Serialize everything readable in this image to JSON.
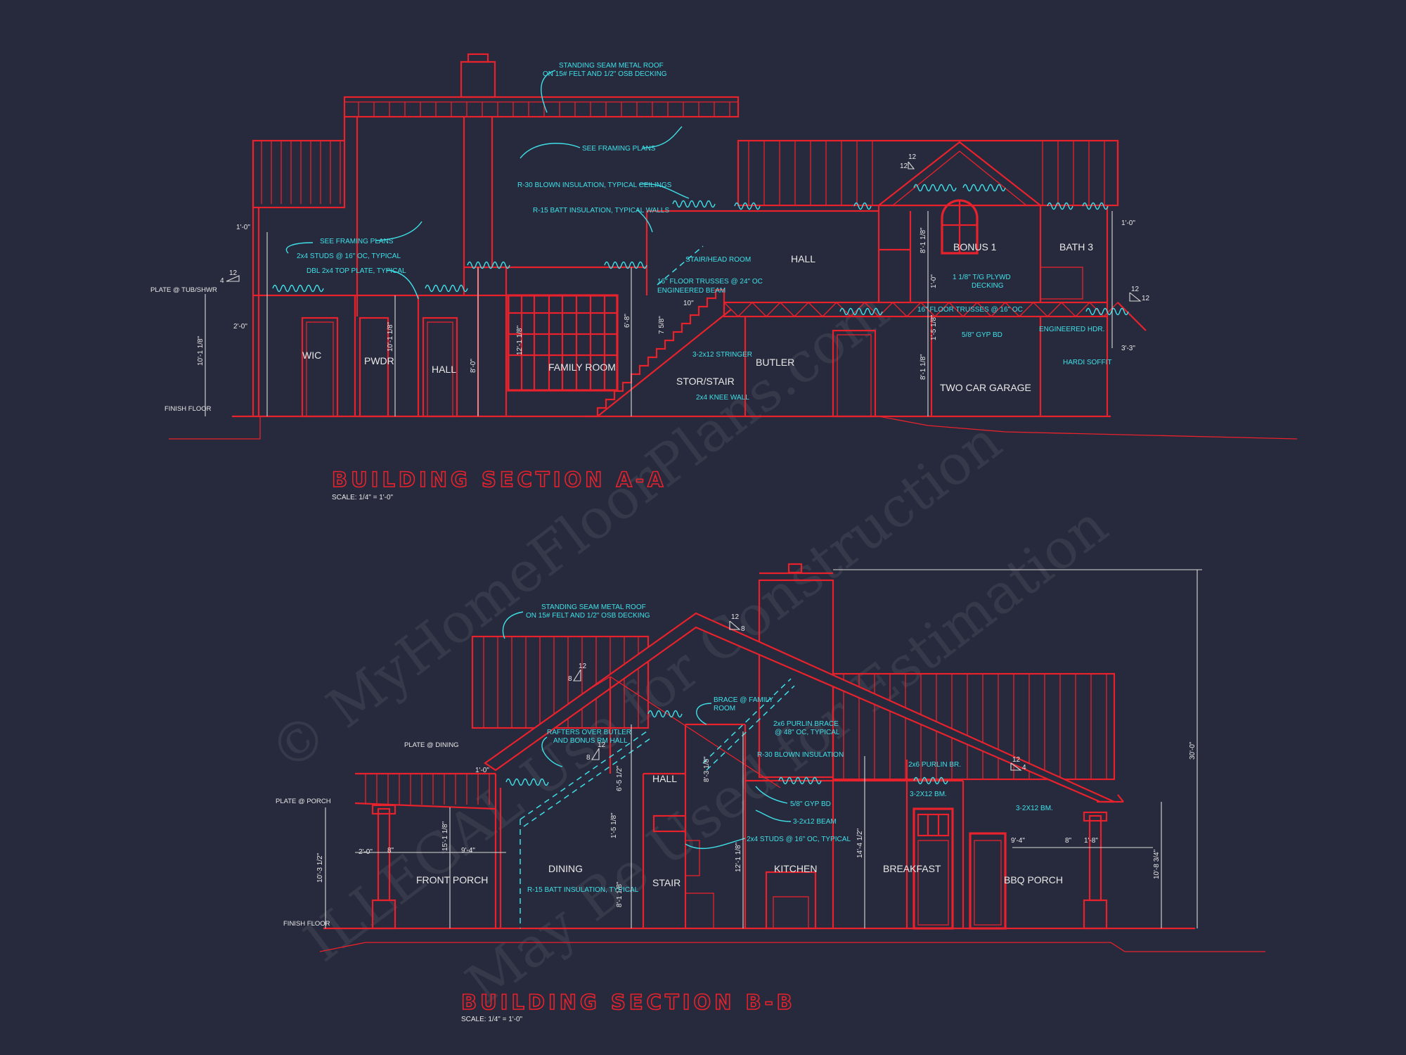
{
  "watermark": {
    "line1": "© MyHomeFloorPlans.com",
    "line2": "ILLEGAL Use for Construction",
    "line3": "May Be Used for Estimation"
  },
  "section_a": {
    "title": "BUILDING SECTION A-A",
    "scale": "SCALE: 1/4\" = 1'-0\"",
    "rooms": {
      "wic": "WIC",
      "pwdr": "PWDR",
      "hall": "HALL",
      "family_room": "FAMILY ROOM",
      "stor_stair": "STOR/STAIR",
      "butler": "BUTLER",
      "hall_upper": "HALL",
      "bonus": "BONUS 1",
      "bath": "BATH 3",
      "garage": "TWO CAR GARAGE"
    },
    "notes": {
      "roof_1": "STANDING SEAM METAL ROOF",
      "roof_2": "ON 15# FELT AND 1/2\" OSB DECKING",
      "framing_1": "SEE FRAMING PLANS",
      "insul_ceil": "R-30 BLOWN INSULATION, TYPICAL CEILINGS",
      "insul_wall": "R-15 BATT INSULATION, TYPICAL WALLS",
      "framing_2": "SEE FRAMING PLANS",
      "studs": "2x4 STUDS @ 16\" OC, TYPICAL",
      "top_plate": "DBL 2x4 TOP PLATE, TYPICAL",
      "stair_head": "STAIR/HEAD ROOM",
      "floor_trusses_1": "16\" FLOOR TRUSSES @ 24\" OC",
      "eng_beam": "ENGINEERED BEAM",
      "stringer": "3-2x12 STRINGER",
      "knee_wall": "2x4 KNEE WALL",
      "plywood_1": "1 1/8\" T/G PLYWD",
      "plywood_2": "DECKING",
      "floor_trusses_2": "16\" FLOOR TRUSSES @ 16\" OC",
      "gyp": "5/8\" GYP BD",
      "eng_hdr": "ENGINEERED HDR.",
      "soffit": "HARDI SOFFIT"
    },
    "labels": {
      "plate": "PLATE @ TUB/SHWR",
      "finish_floor": "FINISH FLOOR"
    },
    "dims": {
      "d1": "1'-0\"",
      "d2": "2'-0\"",
      "d3": "10'-1 1/8\"",
      "d4": "10'-1 1/8\"",
      "d5": "8'-0\"",
      "d6": "12'-1 1/8\"",
      "d7": "6'-8\"",
      "d8": "7 5/8\"",
      "d9": "10\"",
      "d10": "8'-1 1/8\"",
      "d11": "1'-0\"",
      "d12": "1'-5 1/8\"",
      "d13": "8'-1 1/8\"",
      "d14": "1'-0\"",
      "d15": "3'-3\""
    },
    "pitch": {
      "rise": "12",
      "run_a": "4",
      "run_b": "12",
      "run_c": "12",
      "run_d": "12"
    }
  },
  "section_b": {
    "title": "BUILDING SECTION B-B",
    "scale": "SCALE: 1/4\" = 1'-0\"",
    "rooms": {
      "front_porch": "FRONT PORCH",
      "dining": "DINING",
      "hall": "HALL",
      "stair": "STAIR",
      "kitchen": "KITCHEN",
      "breakfast": "BREAKFAST",
      "bbq_porch": "BBQ PORCH"
    },
    "notes": {
      "roof_1": "STANDING SEAM METAL ROOF",
      "roof_2": "ON 15# FELT AND 1/2\" OSB DECKING",
      "rafters_1": "RAFTERS OVER BUTLER",
      "rafters_2": "AND BONUS RM HALL",
      "brace_1": "BRACE @ FAMILY",
      "brace_2": "ROOM",
      "purlin_1": "2x6 PURLIN BRACE",
      "purlin_2": "@ 48\" OC, TYPICAL",
      "insul_blown": "R-30 BLOWN INSULATION",
      "purlin_br": "2x6 PURLIN BR.",
      "beam_1": "3-2X12 BM.",
      "beam_2": "3-2X12 BM.",
      "gyp": "5/8\" GYP BD",
      "beam_3": "3-2x12 BEAM",
      "studs": "2x4 STUDS @ 16\" OC, TYPICAL",
      "insul_batt": "R-15 BATT INSULATION, TYPICAL"
    },
    "labels": {
      "plate_dining": "PLATE @ DINING",
      "plate_porch": "PLATE @ PORCH",
      "finish_floor": "FINISH FLOOR"
    },
    "dims": {
      "d1": "1'-0\"",
      "d2": "2'-0\"",
      "d3": "8\"",
      "d4": "9'-4\"",
      "d5": "15'-1 1/8\"",
      "d6": "10'-3 1/2\"",
      "d7": "6'-5 1/2\"",
      "d8": "1'-5 1/8\"",
      "d9": "8'-1 1/8\"",
      "d10": "8'-3 1/8\"",
      "d11": "12'-1 1/8\"",
      "d12": "14'-4 1/2\"",
      "d13": "9'-4\"",
      "d14": "8\"",
      "d15": "1'-8\"",
      "d16": "10'-8 3/4\"",
      "d17": "30'-0\""
    },
    "pitch": {
      "rise": "12",
      "run_a": "8",
      "run_b": "8",
      "run_c": "8",
      "run_d": "4"
    }
  }
}
